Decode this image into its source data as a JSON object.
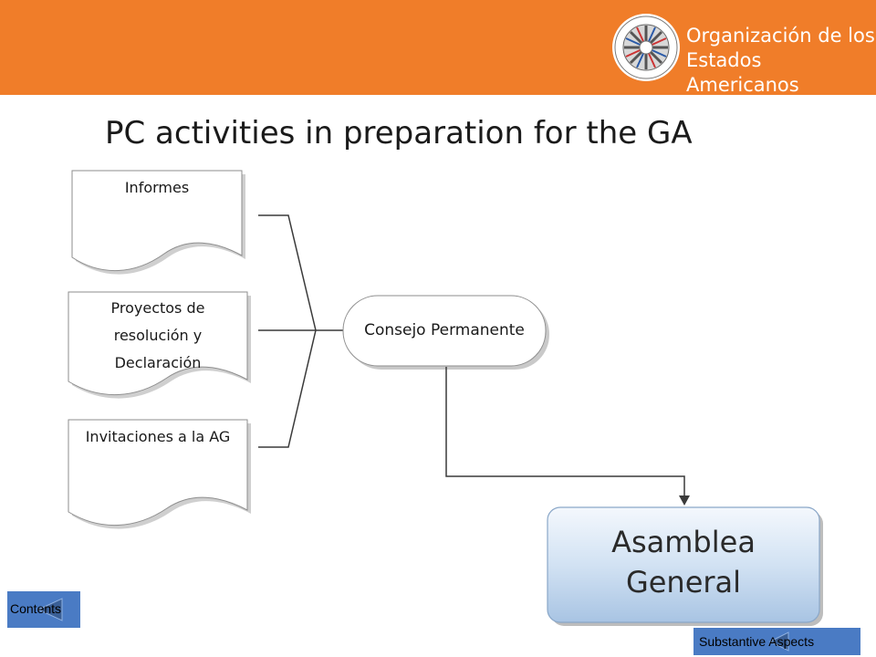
{
  "header": {
    "org_name": "Organización de los\nEstados Americanos",
    "logo_icon": "oas-seal-icon",
    "background": "#f07d29"
  },
  "title": "PC activities in preparation for the GA",
  "diagram": {
    "documents": [
      {
        "id": "informes",
        "label": "Informes"
      },
      {
        "id": "proyectos",
        "label": "Proyectos de resolución y Declaración"
      },
      {
        "id": "invitaciones",
        "label": "Invitaciones a la AG"
      }
    ],
    "consejo": {
      "label": "Consejo Permanente"
    },
    "asamblea": {
      "label": "Asamblea General"
    }
  },
  "nav": {
    "contents": {
      "label": "Contents",
      "icon": "back-arrow-icon"
    },
    "substantive": {
      "label": "Substantive Aspects",
      "icon": "back-arrow-icon"
    },
    "button_color": "#4a7bc4"
  }
}
